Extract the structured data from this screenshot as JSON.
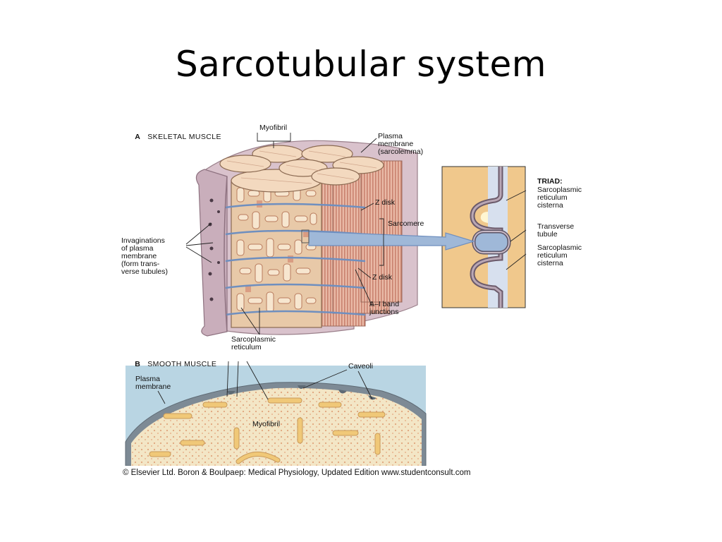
{
  "title": "Sarcotubular system",
  "figure": {
    "section_a": {
      "letter": "A",
      "label": "SKELETAL MUSCLE"
    },
    "section_b": {
      "letter": "B",
      "label": "SMOOTH MUSCLE"
    },
    "labels_a": {
      "myofibril": "Myofibril",
      "plasma_membrane": "Plasma\nmembrane\n(sarcolemma)",
      "z_disk_top": "Z disk",
      "sarcomere": "Sarcomere",
      "invaginations": "Invaginations\nof plasma\nmembrane\n(form trans-\nverse tubules)",
      "z_disk_bottom": "Z disk",
      "ai_band": "A–I band\njunctions",
      "sarcoplasmic_reticulum": "Sarcoplasmic\nreticulum"
    },
    "triad": {
      "heading": "TRIAD:",
      "sr_cisterna_top": "Sarcoplasmic\nreticulum\ncisterna",
      "transverse_tubule": "Transverse\ntubule",
      "sr_cisterna_bottom": "Sarcoplasmic\nreticulum\ncisterna"
    },
    "labels_b": {
      "plasma_membrane": "Plasma\nmembrane",
      "caveoli": "Caveoli",
      "myofibril": "Myofibril"
    },
    "credit": "© Elsevier Ltd. Boron & Boulpaep: Medical Physiology, Updated Edition   www.studentconsult.com"
  },
  "colors": {
    "fiber_tan": "#e8c9a8",
    "fiber_stripe": "#c98a76",
    "sarcolemma": "#d9c2cc",
    "tubule_blue": "#9fb8d8",
    "triad_bg": "#f0c88c",
    "smooth_bg": "#b9d5e3",
    "smooth_cell": "#f3e6c6"
  }
}
